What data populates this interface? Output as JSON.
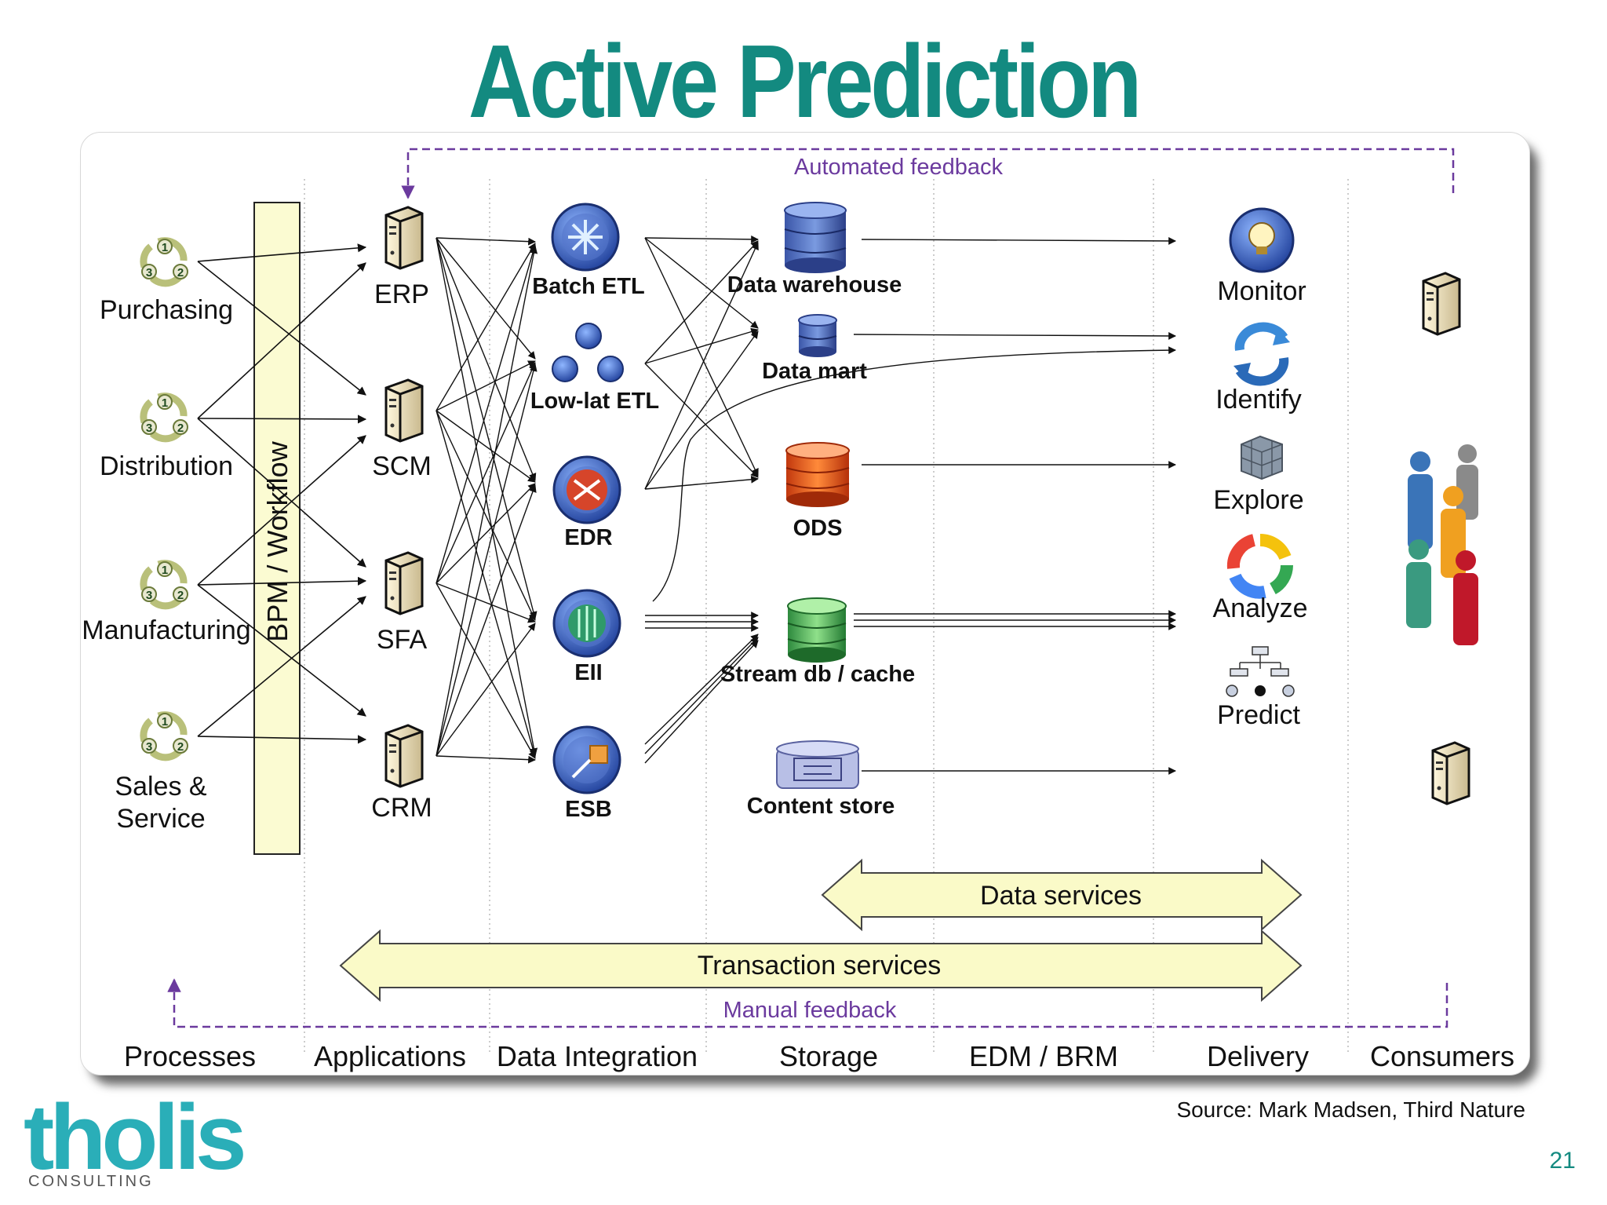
{
  "title": "Active Prediction",
  "source": "Source: Mark Madsen, Third Nature",
  "page_number": "21",
  "brand": {
    "name": "tholis",
    "tagline": "CONSULTING",
    "color": "#2aaeb8"
  },
  "feedback": {
    "automated": "Automated feedback",
    "manual": "Manual feedback"
  },
  "bpm_label": "BPM / Workflow",
  "columns": [
    "Processes",
    "Applications",
    "Data Integration",
    "Storage",
    "EDM / BRM",
    "Delivery",
    "Consumers"
  ],
  "processes": [
    "Purchasing",
    "Distribution",
    "Manufacturing",
    "Sales &",
    "Service"
  ],
  "applications": [
    "ERP",
    "SCM",
    "SFA",
    "CRM"
  ],
  "integration": [
    "Batch ETL",
    "Low-lat ETL",
    "EDR",
    "EII",
    "ESB"
  ],
  "storage": [
    "Data warehouse",
    "Data mart",
    "ODS",
    "Stream db / cache",
    "Content store"
  ],
  "delivery": [
    "Monitor",
    "Identify",
    "Explore",
    "Analyze",
    "Predict"
  ],
  "services": {
    "data": "Data services",
    "transaction": "Transaction services"
  },
  "colors": {
    "title": "#138a80",
    "feedback": "#6b3a9e",
    "service_arrow": "#fafac8"
  }
}
